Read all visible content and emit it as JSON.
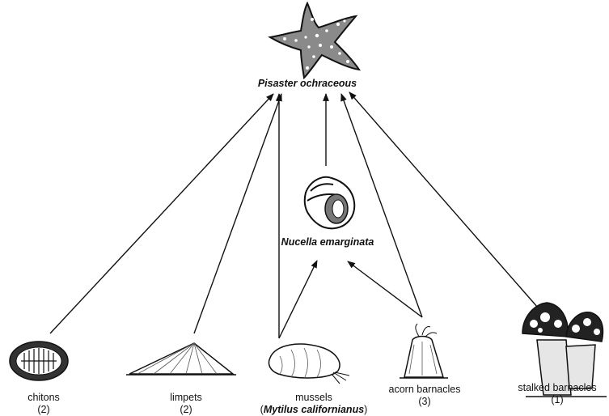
{
  "predator": {
    "name": "Pisaster ochraceous"
  },
  "intermediate": {
    "name": "Nucella emarginata"
  },
  "prey": [
    {
      "key": "chitons",
      "name": "chitons",
      "note": "(2)"
    },
    {
      "key": "limpets",
      "name": "limpets",
      "note": "(2)"
    },
    {
      "key": "mussels",
      "name": "mussels",
      "note_prefix": "(",
      "note_italic": "Mytilus californianus",
      "note_suffix": ")"
    },
    {
      "key": "acorn",
      "name": "acorn barnacles",
      "note": "(3)"
    },
    {
      "key": "stalked",
      "name": "stalked barnacles",
      "note": "(1)"
    }
  ],
  "links": [
    {
      "from": "chitons",
      "to": "Pisaster ochraceous"
    },
    {
      "from": "limpets",
      "to": "Pisaster ochraceous"
    },
    {
      "from": "mussels",
      "to": "Pisaster ochraceous"
    },
    {
      "from": "mussels",
      "to": "Nucella emarginata"
    },
    {
      "from": "acorn barnacles",
      "to": "Nucella emarginata"
    },
    {
      "from": "acorn barnacles",
      "to": "Pisaster ochraceous"
    },
    {
      "from": "stalked barnacles",
      "to": "Pisaster ochraceous"
    },
    {
      "from": "Nucella emarginata",
      "to": "Pisaster ochraceous"
    }
  ]
}
